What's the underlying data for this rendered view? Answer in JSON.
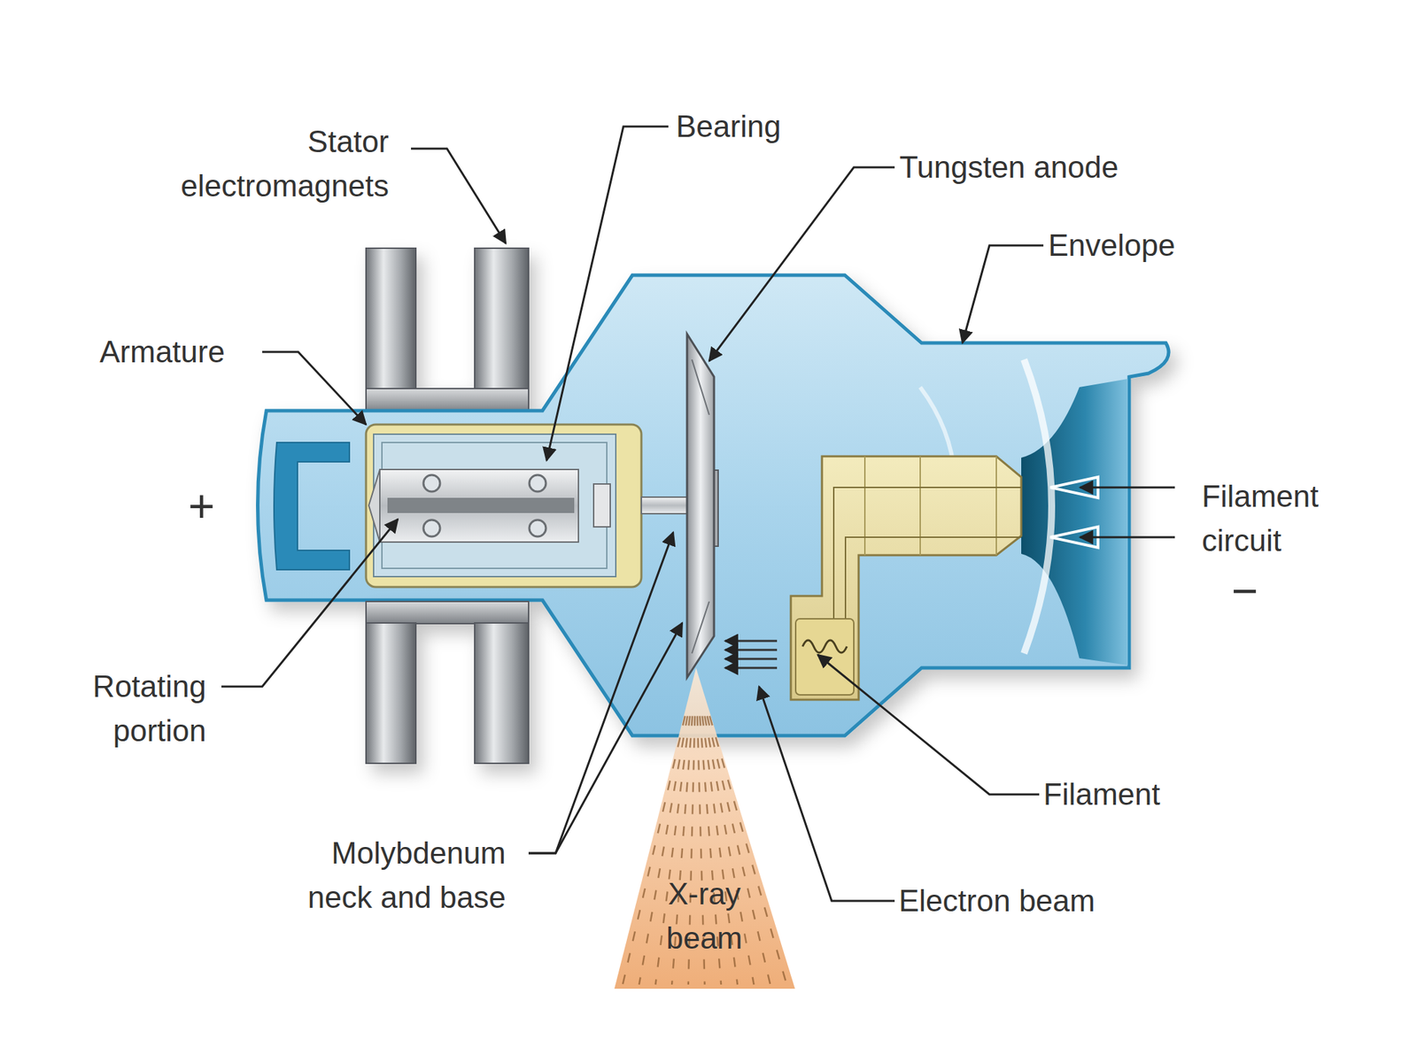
{
  "diagram": {
    "nodes": [
      {
        "text": [
          "X-ray beam"
        ]
      }
    ],
    "labels": [
      "Stator electromagnets",
      "Bearing",
      "Tungsten anode",
      "Envelope",
      "Armature",
      "+",
      "Filament circuit",
      "−",
      "Rotating portion",
      "Molybdenum neck and base",
      "Filament",
      "Electron beam"
    ]
  }
}
